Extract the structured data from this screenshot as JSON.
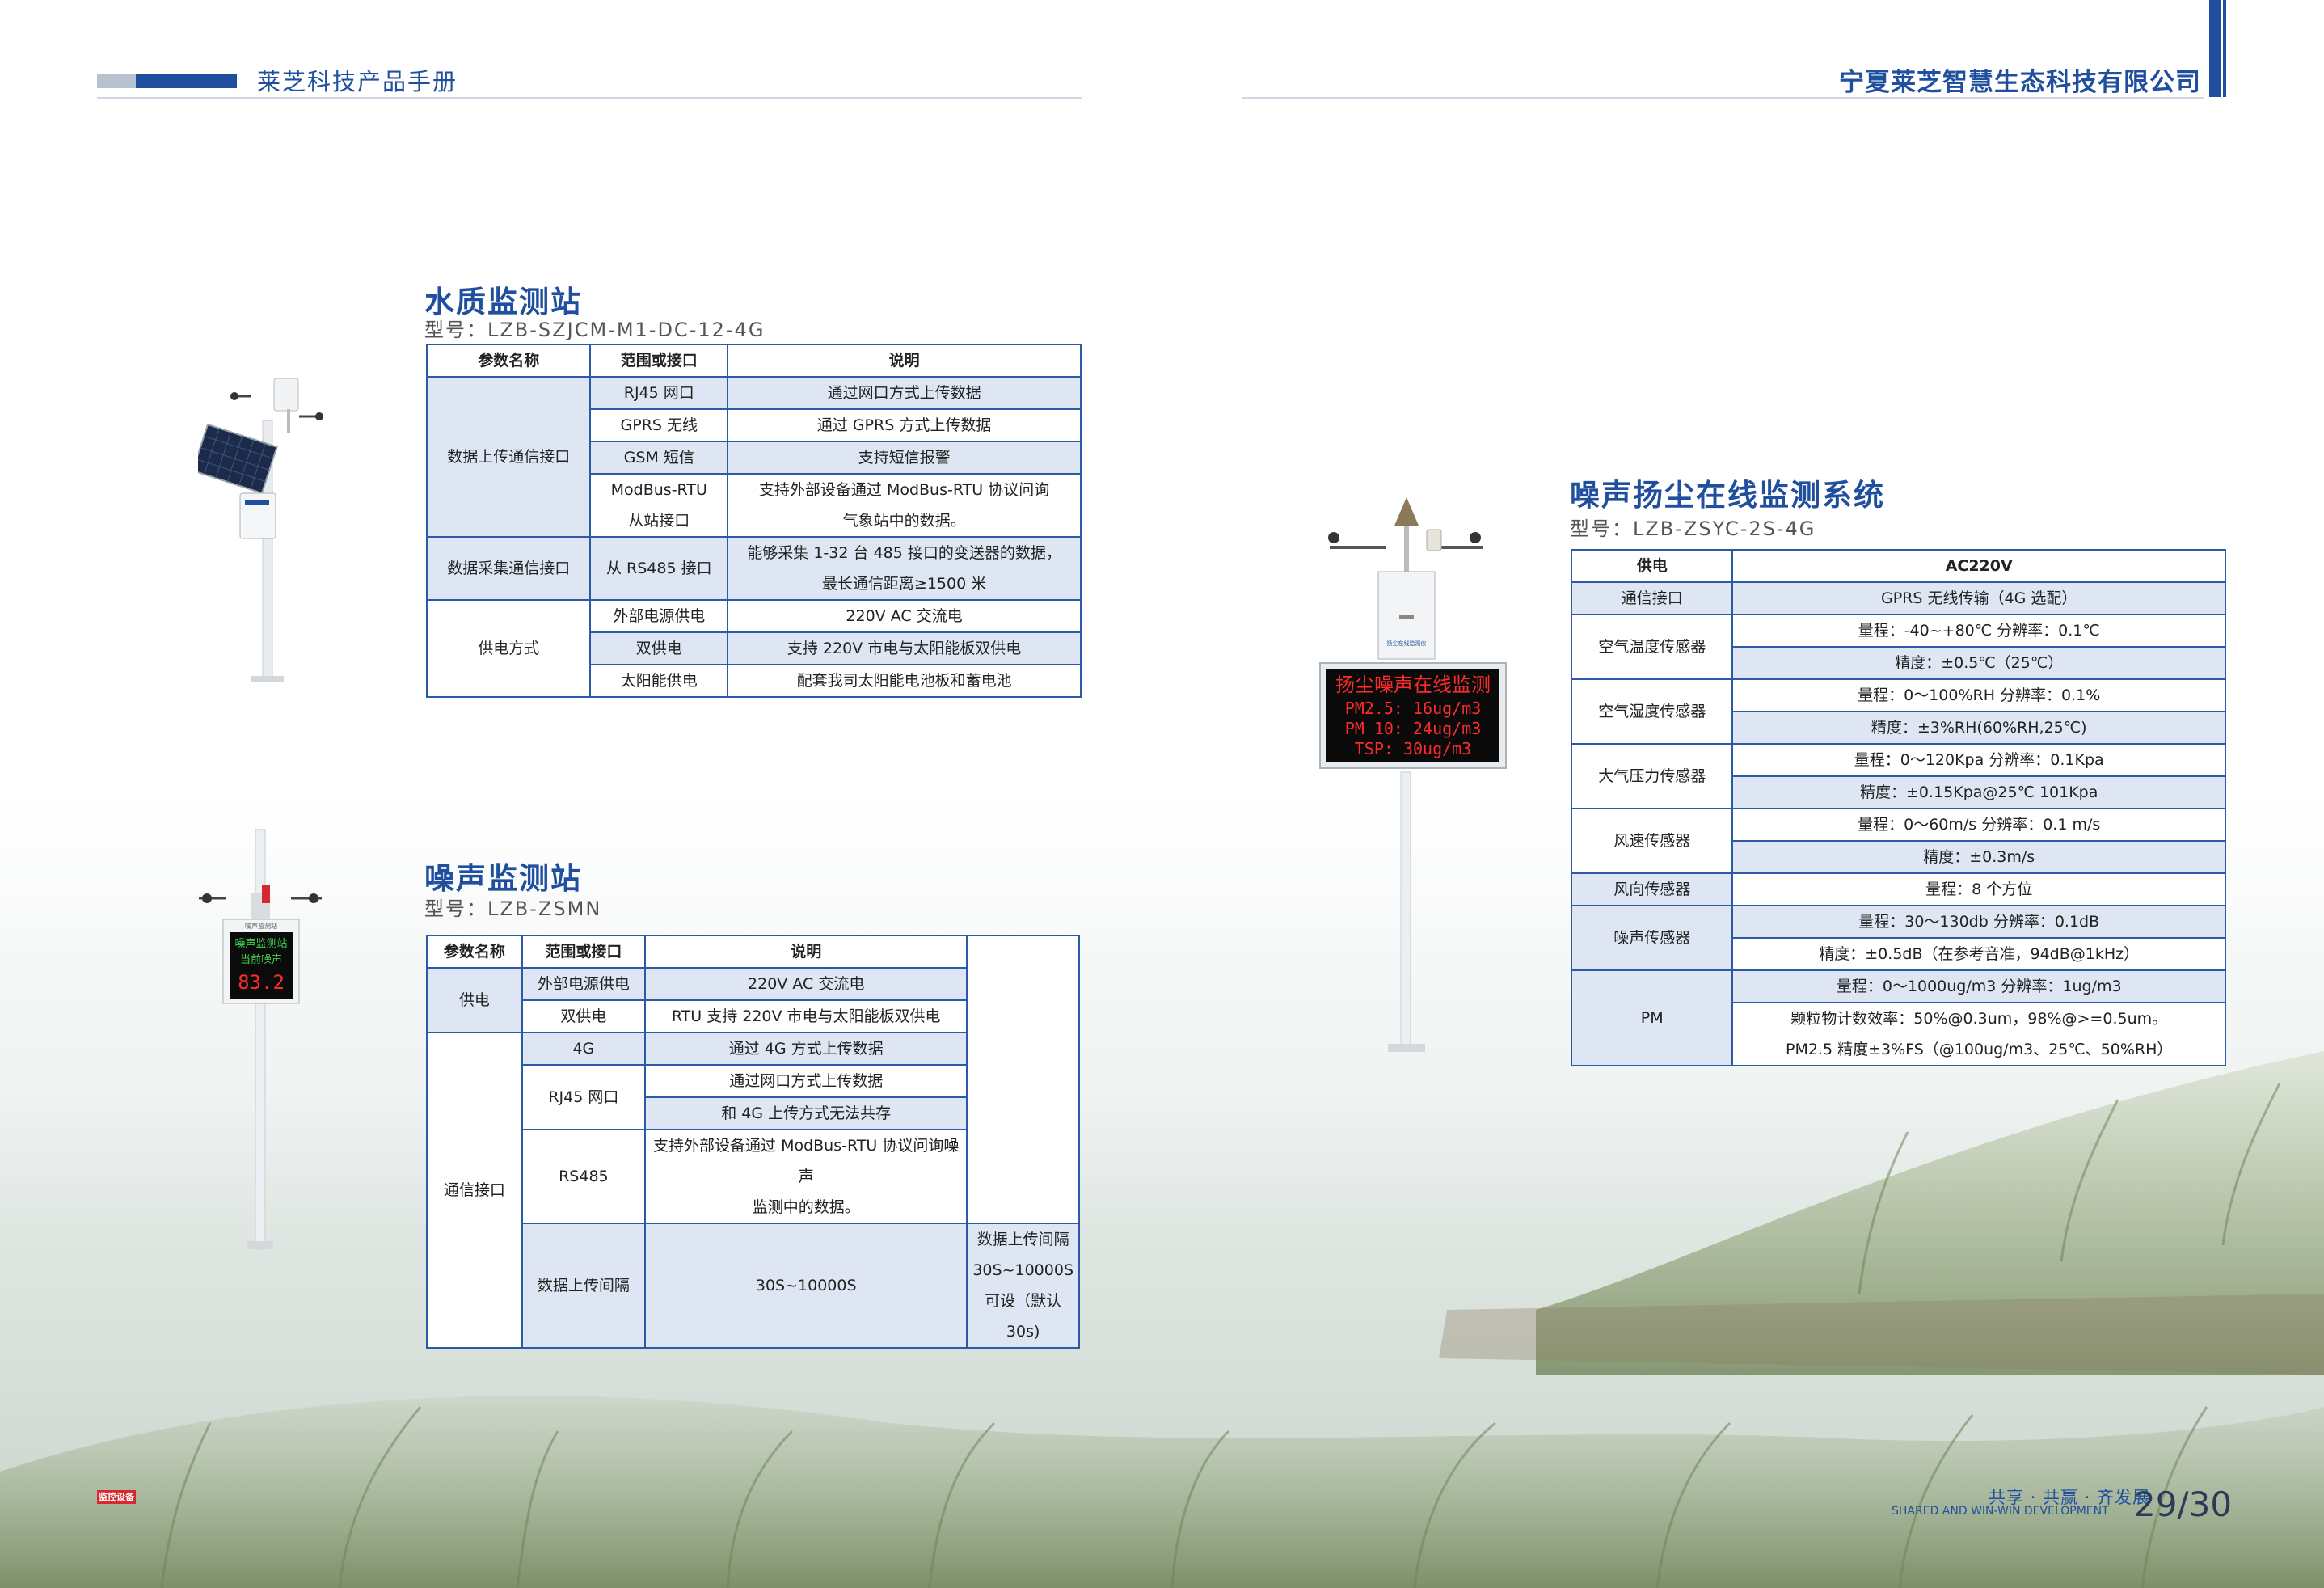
{
  "header": {
    "left_title": "莱芝科技产品手册",
    "right_title": "宁夏莱芝智慧生态科技有限公司"
  },
  "colors": {
    "brand_blue": "#1f4f9e",
    "table_border": "#2b5aa6",
    "table_band": "#dde6f2",
    "badge_red": "#d7282f"
  },
  "water_station": {
    "title": "水质监测站",
    "model": "型号：LZB-SZJCM-M1-DC-12-4G",
    "headers": [
      "参数名称",
      "范围或接口",
      "说明"
    ],
    "groups": [
      {
        "name": "数据上传通信接口",
        "rows": [
          [
            "RJ45 网口",
            "通过网口方式上传数据"
          ],
          [
            "GPRS 无线",
            "通过 GPRS 方式上传数据"
          ],
          [
            "GSM 短信",
            "支持短信报警"
          ],
          [
            "ModBus-RTU",
            "支持外部设备通过 ModBus-RTU 协议问询"
          ],
          [
            "从站接口",
            "气象站中的数据。"
          ]
        ]
      },
      {
        "name": "数据采集通信接口",
        "rows": [
          [
            "从 RS485 接口",
            "能够采集 1-32 台 485 接口的变送器的数据，",
            "最长通信距离≥1500 米"
          ]
        ]
      },
      {
        "name": "供电方式",
        "rows": [
          [
            "外部电源供电",
            "220V AC 交流电"
          ],
          [
            "双供电",
            "支持 220V 市电与太阳能板双供电"
          ],
          [
            "太阳能供电",
            "配套我司太阳能电池板和蓄电池"
          ]
        ]
      }
    ]
  },
  "noise_station": {
    "title": "噪声监测站",
    "model": "型号：LZB-ZSMN",
    "headers": [
      "参数名称",
      "范围或接口",
      "说明"
    ],
    "power": {
      "name": "供电",
      "rows": [
        [
          "外部电源供电",
          "220V AC 交流电"
        ],
        [
          "双供电",
          "RTU 支持 220V 市电与太阳能板双供电"
        ]
      ]
    },
    "comm": {
      "name": "通信接口",
      "r4g": [
        "4G",
        "通过 4G 方式上传数据"
      ],
      "rj45": "RJ45 网口",
      "rj45_d1": "通过网口方式上传数据",
      "rj45_d2": "和 4G 上传方式无法共存",
      "rs485": "RS485",
      "rs485_d1": "支持外部设备通过 ModBus-RTU 协议问询噪声",
      "rs485_d2": "监测中的数据。"
    },
    "interval": [
      "数据上传间隔",
      "30S~10000S",
      "数据上传间隔 30S~10000S 可设（默认 30s)"
    ]
  },
  "dust_system": {
    "title": "噪声扬尘在线监测系统",
    "model": "型号：LZB-ZSYC-2S-4G",
    "head": [
      "供电",
      "AC220V"
    ],
    "comm": [
      "通信接口",
      "GPRS 无线传输（4G 选配）"
    ],
    "temp": [
      "空气温度传感器",
      "量程：-40~+80℃   分辨率：0.1℃",
      "精度：±0.5℃（25℃）"
    ],
    "hum": [
      "空气湿度传感器",
      "量程：0～100%RH   分辨率：0.1%",
      "精度：±3%RH(60%RH,25℃)"
    ],
    "pres": [
      "大气压力传感器",
      "量程：0～120Kpa    分辨率：0.1Kpa",
      "精度：±0.15Kpa@25℃  101Kpa"
    ],
    "wind": [
      "风速传感器",
      "量程：0～60m/s     分辨率：0.1 m/s",
      "精度：±0.3m/s"
    ],
    "dir": [
      "风向传感器",
      "量程：8 个方位"
    ],
    "noise": [
      "噪声传感器",
      "量程：30～130db       分辨率：0.1dB",
      "精度：±0.5dB（在参考音准，94dB@1kHz）"
    ],
    "pm": [
      "PM",
      "量程：0～1000ug/m3   分辨率：1ug/m3",
      "颗粒物计数效率：50%@0.3um，98%@>=0.5um。",
      "PM2.5 精度±3%FS（@100ug/m3、25℃、50%RH）"
    ]
  },
  "dust_display": {
    "line1": "扬尘噪声在线监测",
    "line2": "PM2.5:  16ug/m3",
    "line3": "PM 10:  24ug/m3",
    "line4": "TSP:   30ug/m3",
    "cabinet_label": "扬尘在线监测仪"
  },
  "noise_display": {
    "top": "噪声监测站",
    "line1": "噪声监测站",
    "line2": "当前噪声",
    "value": "83.2"
  },
  "footer": {
    "badge": "监控设备",
    "slogan": "共享 · 共赢 · 齐发展",
    "slogan_en": "SHARED AND WIN-WIN DEVELOPMENT",
    "page": "29/30"
  }
}
